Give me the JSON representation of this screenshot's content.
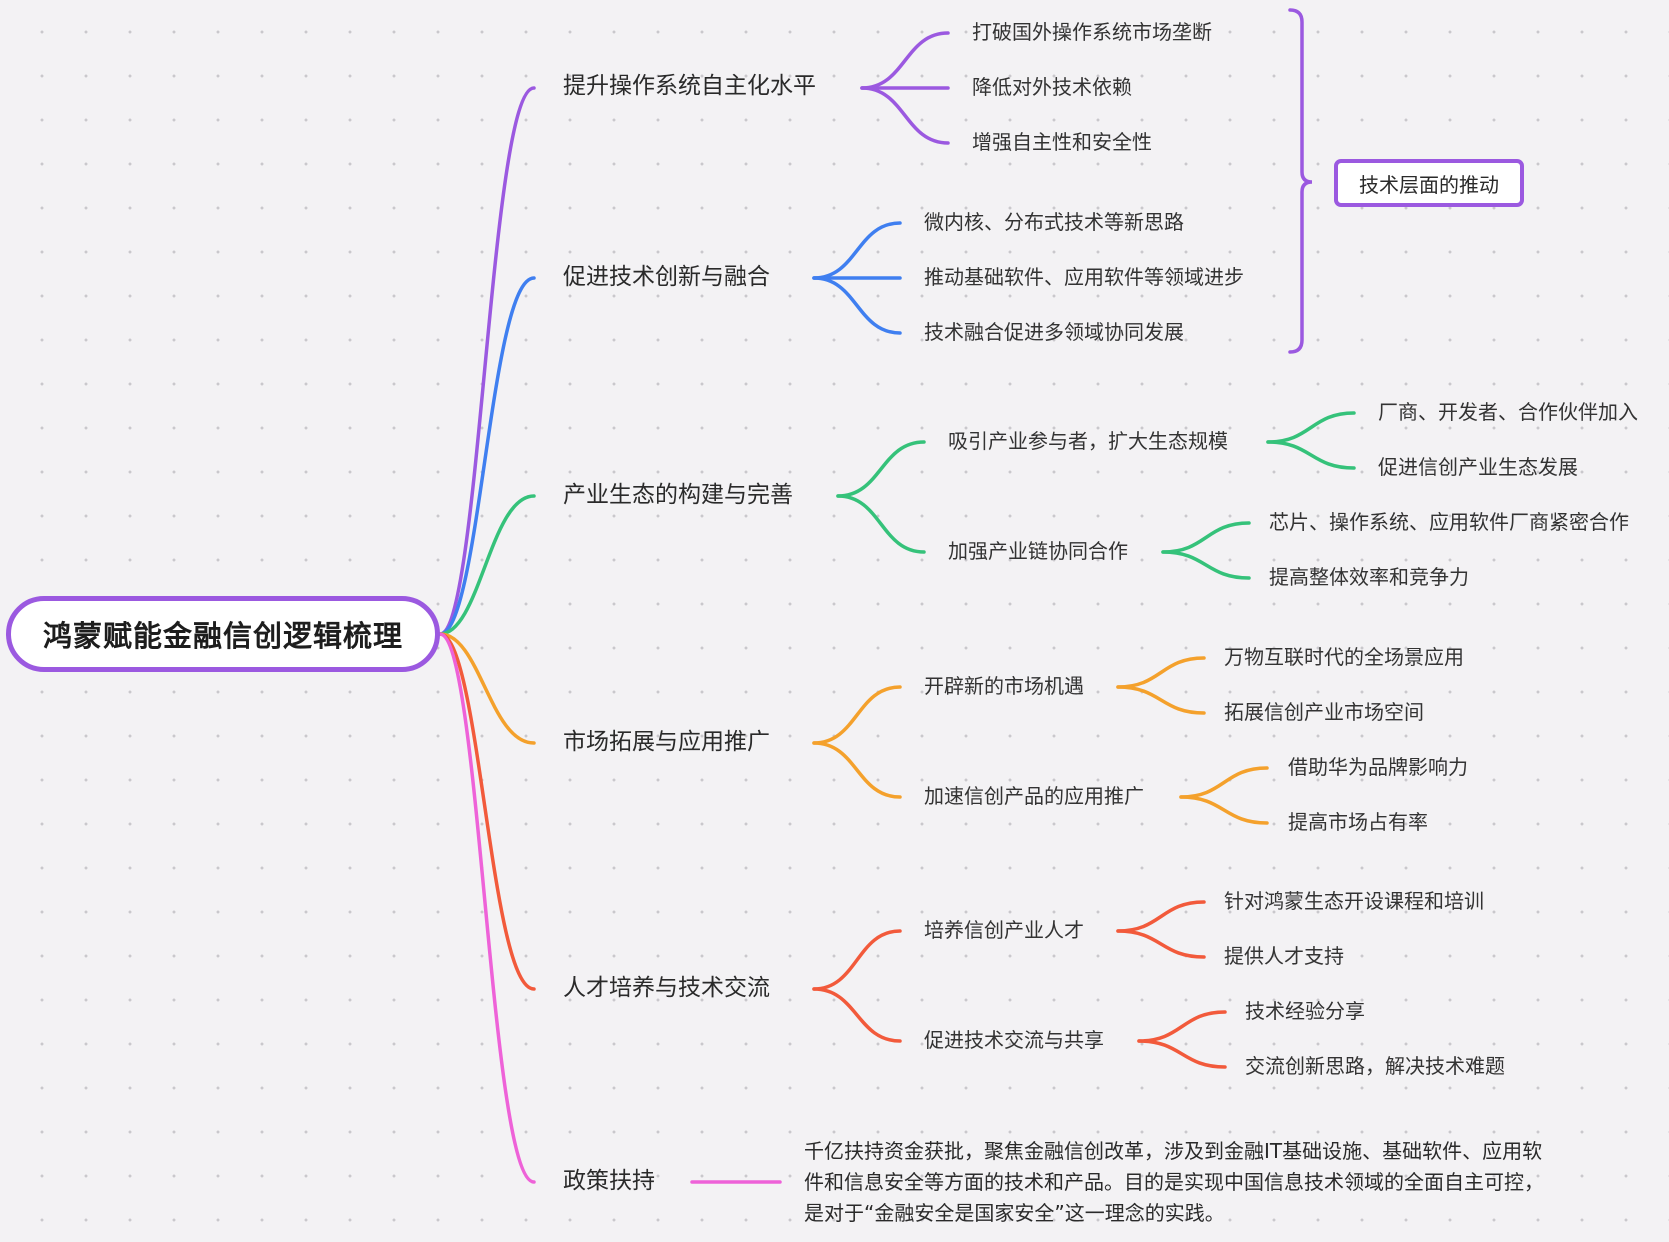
{
  "root": {
    "title": "鸿蒙赋能金融信创逻辑梳理"
  },
  "colors": {
    "purple": "#9b59e0",
    "blue": "#3f7ff0",
    "green": "#35c27a",
    "orange": "#f4a12c",
    "red": "#f25a3b",
    "pink": "#ee62d8"
  },
  "branches": [
    {
      "label": "提升操作系统自主化水平",
      "color": "purple",
      "children": [
        {
          "label": "打破国外操作系统市场垄断"
        },
        {
          "label": "降低对外技术依赖"
        },
        {
          "label": "增强自主性和安全性"
        }
      ]
    },
    {
      "label": "促进技术创新与融合",
      "color": "blue",
      "children": [
        {
          "label": "微内核、分布式技术等新思路"
        },
        {
          "label": "推动基础软件、应用软件等领域进步"
        },
        {
          "label": "技术融合促进多领域协同发展"
        }
      ]
    },
    {
      "label": "产业生态的构建与完善",
      "color": "green",
      "children": [
        {
          "label": "吸引产业参与者，扩大生态规模",
          "children": [
            "厂商、开发者、合作伙伴加入",
            "促进信创产业生态发展"
          ]
        },
        {
          "label": "加强产业链协同合作",
          "children": [
            "芯片、操作系统、应用软件厂商紧密合作",
            "提高整体效率和竞争力"
          ]
        }
      ]
    },
    {
      "label": "市场拓展与应用推广",
      "color": "orange",
      "children": [
        {
          "label": "开辟新的市场机遇",
          "children": [
            "万物互联时代的全场景应用",
            "拓展信创产业市场空间"
          ]
        },
        {
          "label": "加速信创产品的应用推广",
          "children": [
            "借助华为品牌影响力",
            "提高市场占有率"
          ]
        }
      ]
    },
    {
      "label": "人才培养与技术交流",
      "color": "red",
      "children": [
        {
          "label": "培养信创产业人才",
          "children": [
            "针对鸿蒙生态开设课程和培训",
            "提供人才支持"
          ]
        },
        {
          "label": "促进技术交流与共享",
          "children": [
            "技术经验分享",
            "交流创新思路，解决技术难题"
          ]
        }
      ]
    },
    {
      "label": "政策扶持",
      "color": "pink",
      "description": "千亿扶持资金获批，聚焦金融信创改革，涉及到金融IT基础设施、基础软件、应用软件和信息安全等方面的技术和产品。目的是实现中国信息技术领域的全面自主可控，是对于“金融安全是国家安全”这一理念的实践。"
    }
  ],
  "summary": {
    "label": "技术层面的推动"
  }
}
